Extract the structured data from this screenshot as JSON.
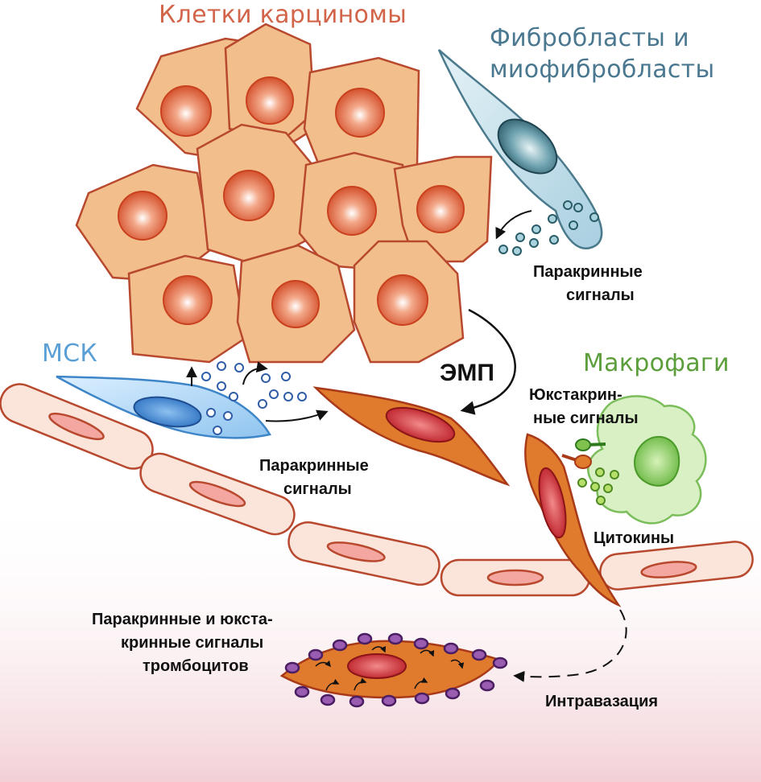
{
  "labels": {
    "carcinoma": "Клетки карциномы",
    "fibro_line1": "Фибробласты и",
    "fibro_line2": "миофибробласты",
    "paracrine_top_line1": "Паракринные",
    "paracrine_top_line2": "сигналы",
    "msc": "МСК",
    "emt": "ЭМП",
    "macrophages": "Макрофаги",
    "juxta_line1": "Юкстакрин-",
    "juxta_line2": "ные сигналы",
    "paracrine_mid_line1": "Паракринные",
    "paracrine_mid_line2": "сигналы",
    "cytokines": "Цитокины",
    "platelet_line1": "Паракринные и юкста-",
    "platelet_line2": "кринные сигналы",
    "platelet_line3": "тромбоцитов",
    "intravasation": "Интравазация"
  },
  "colors": {
    "carcinoma_title": "#d2644a",
    "fibro_title": "#4a7890",
    "msc_title": "#5a9fd6",
    "macrophage_title": "#5c9e3c",
    "cell_fill": "#f2bf8c",
    "cell_stroke": "#b8492f",
    "vessel_fill": "#fbe4da",
    "emt_cell": "#e07a2c"
  }
}
